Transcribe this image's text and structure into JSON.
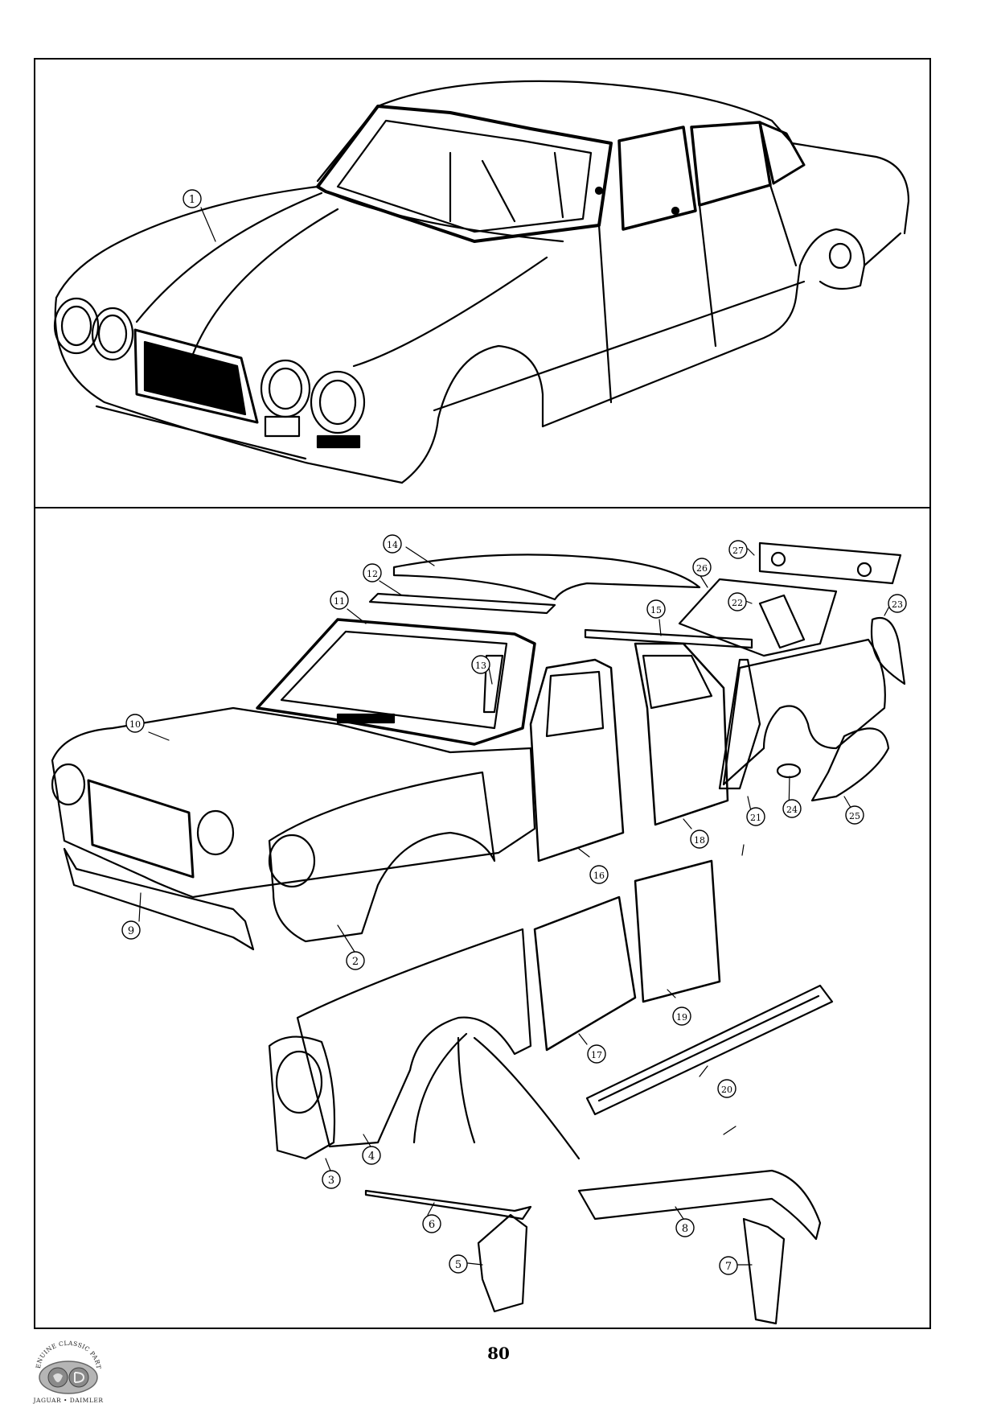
{
  "page": {
    "number": "80"
  },
  "logo": {
    "arc_text": "GENUINE CLASSIC PARTS",
    "brand_text": "JAGUAR • DAIMLER"
  },
  "callouts": [
    "1",
    "2",
    "3",
    "4",
    "5",
    "6",
    "7",
    "8",
    "9",
    "10",
    "11",
    "12",
    "13",
    "14",
    "15",
    "16",
    "17",
    "18",
    "19",
    "20",
    "21",
    "22",
    "23",
    "24",
    "25",
    "26",
    "27"
  ],
  "colors": {
    "ink": "#000000",
    "paper": "#ffffff",
    "logo_grey": "#9a9a9a"
  }
}
